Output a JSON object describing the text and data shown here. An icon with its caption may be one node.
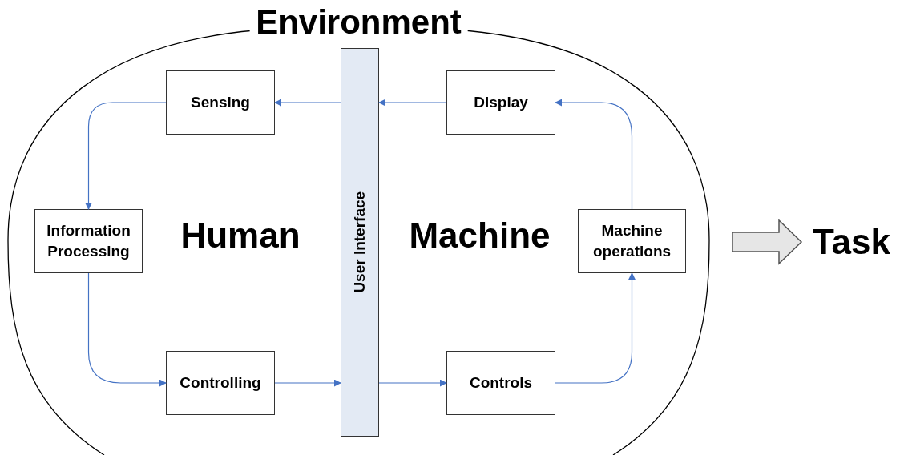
{
  "diagram": {
    "nodes": [
      {
        "text": [
          "Environment"
        ]
      },
      {
        "text": [
          "Sensing"
        ],
        "in": 0
      },
      {
        "text": [
          "Information Processing"
        ],
        "in": 0
      },
      {
        "text": [
          "Controlling"
        ],
        "in": 0
      },
      {
        "text": [
          "User Interface"
        ],
        "in": 0
      },
      {
        "text": [
          "Display"
        ],
        "in": 0
      },
      {
        "text": [
          "Machine operations"
        ],
        "in": 0
      },
      {
        "text": [
          "Controls"
        ],
        "in": 0
      },
      {
        "text": [
          "Task"
        ]
      }
    ],
    "edges": [
      {
        "from": 4,
        "to": 1,
        "arrow": "to"
      },
      {
        "from": 5,
        "to": 4,
        "arrow": "to"
      },
      {
        "from": 1,
        "to": 2,
        "arrow": "to"
      },
      {
        "from": 2,
        "to": 3,
        "arrow": "to"
      },
      {
        "from": 3,
        "to": 4,
        "arrow": "to"
      },
      {
        "from": 4,
        "to": 7,
        "arrow": "to"
      },
      {
        "from": 7,
        "to": 6,
        "arrow": "to"
      },
      {
        "from": 6,
        "to": 5,
        "arrow": "to"
      },
      {
        "from": 0,
        "to": 8,
        "arrow": "to",
        "style": "thick",
        "color": "#555555"
      }
    ],
    "labels": [
      "Human",
      "Machine"
    ]
  }
}
